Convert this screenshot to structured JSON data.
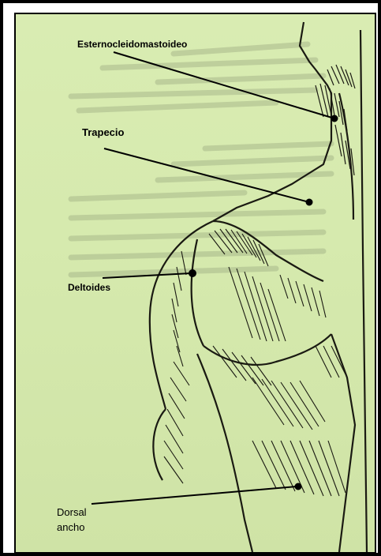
{
  "labels": {
    "esternocleidomastoideo": "Esternocleidomastoideo",
    "trapecio": "Trapecio",
    "deltoides": "Deltoides",
    "dorsal_line1": "Dorsal",
    "dorsal_line2": "ancho"
  },
  "colors": {
    "paper": "#d8ebb0",
    "ink": "#1a1a12",
    "faded_text": "#9eae80",
    "border": "#000000"
  }
}
